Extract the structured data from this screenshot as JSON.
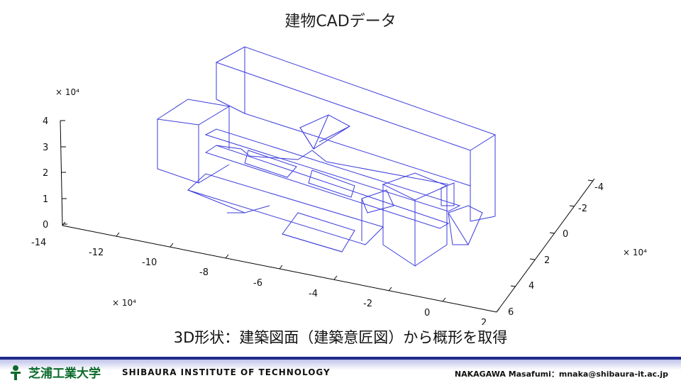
{
  "slide": {
    "title": "建物CADデータ",
    "caption": "3D形状：建築図面（建築意匠図）から概形を取得"
  },
  "plot": {
    "z_ticks": [
      "4",
      "3",
      "2",
      "1",
      "0"
    ],
    "z_multiplier": "× 10⁴",
    "x_ticks": [
      "-14",
      "-12",
      "-10",
      "-8",
      "-6",
      "-4",
      "-2",
      "0",
      "2"
    ],
    "x_multiplier": "× 10⁴",
    "y_ticks": [
      "6",
      "4",
      "2",
      "0",
      "-2",
      "-4"
    ],
    "y_multiplier": "× 10⁴",
    "line_color": "#3b3bdc"
  },
  "footer": {
    "logo_text": "芝浦工業大学",
    "institution": "SHIBAURA INSTITUTE  OF TECHNOLOGY",
    "author": "NAKAGAWA Masafumi：mnaka@shibaura-it.ac.jp",
    "bar_color": "#1f2a8a",
    "logo_color": "#0b6a2a"
  }
}
